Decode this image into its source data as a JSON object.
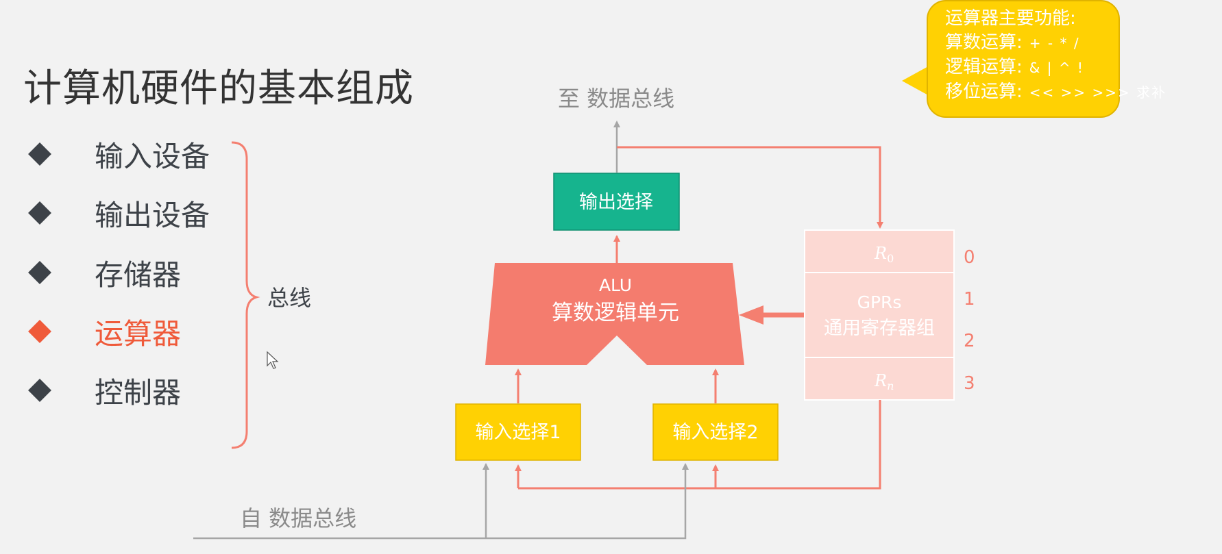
{
  "title": "计算机硬件的基本组成",
  "components": [
    {
      "label": "输入设备",
      "active": false
    },
    {
      "label": "输出设备",
      "active": false
    },
    {
      "label": "存储器",
      "active": false
    },
    {
      "label": "运算器",
      "active": true
    },
    {
      "label": "控制器",
      "active": false
    }
  ],
  "bus_label": "总线",
  "diagram": {
    "to_bus": "至 数据总线",
    "from_bus": "自 数据总线",
    "output_select": "输出选择",
    "alu_name": "ALU",
    "alu_desc": "算数逻辑单元",
    "input_select_1": "输入选择1",
    "input_select_2": "输入选择2",
    "gprs_name": "GPRs",
    "gprs_desc": "通用寄存器组",
    "reg_first": "R",
    "reg_first_sub": "0",
    "reg_last": "R",
    "reg_last_sub": "n",
    "reg_indices": [
      "0",
      "1",
      "2",
      "3"
    ]
  },
  "callout": {
    "heading": "运算器主要功能:",
    "lines": [
      {
        "label": "算数运算:",
        "ops": "+ - * /"
      },
      {
        "label": "逻辑运算:",
        "ops": "& | ^ !"
      },
      {
        "label": "移位运算:",
        "ops": "<< >> >>> 求补"
      }
    ]
  },
  "colors": {
    "accent": "#ef5a3a",
    "arrow": "#f47f70",
    "alu": "#f47c6e",
    "output_box": "#16b48e",
    "input_box": "#ffd103",
    "register_bg": "#fcd9d3",
    "gray_line": "#a6a6a6",
    "text_dark": "#3d4248"
  }
}
